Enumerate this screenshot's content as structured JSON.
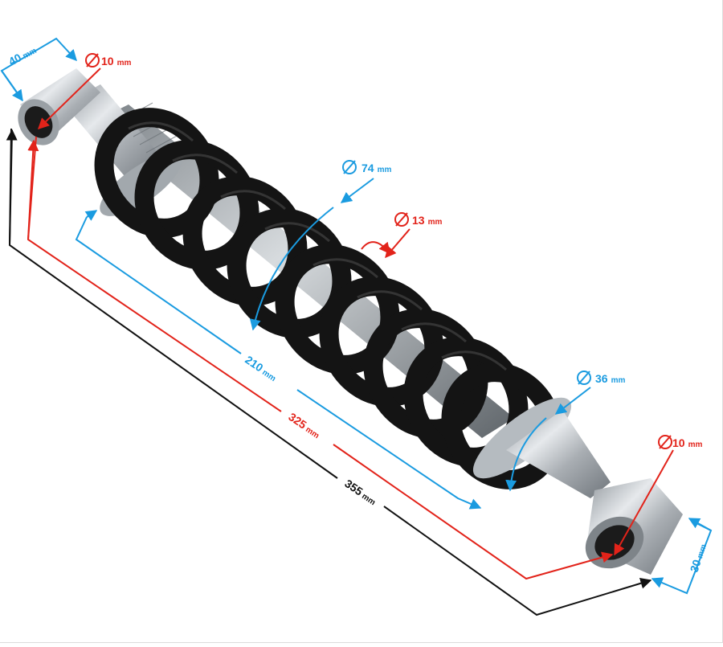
{
  "colors": {
    "blue": "#1a9be0",
    "red": "#e2231a",
    "black": "#111111",
    "spring": "#141414",
    "metal": "#b9bec3"
  },
  "dims": {
    "top_eye_width": {
      "value": "40",
      "unit": "mm"
    },
    "top_bolt": {
      "value": "10",
      "unit": "mm"
    },
    "spring_diameter": {
      "value": "74",
      "unit": "mm"
    },
    "wire_diameter": {
      "value": "13",
      "unit": "mm"
    },
    "spring_length": {
      "value": "210",
      "unit": "mm"
    },
    "eye_to_eye": {
      "value": "325",
      "unit": "mm"
    },
    "overall_length": {
      "value": "355",
      "unit": "mm"
    },
    "body_diameter": {
      "value": "36",
      "unit": "mm"
    },
    "bottom_bolt": {
      "value": "10",
      "unit": "mm"
    },
    "bottom_eye_width": {
      "value": "30",
      "unit": "mm"
    }
  }
}
